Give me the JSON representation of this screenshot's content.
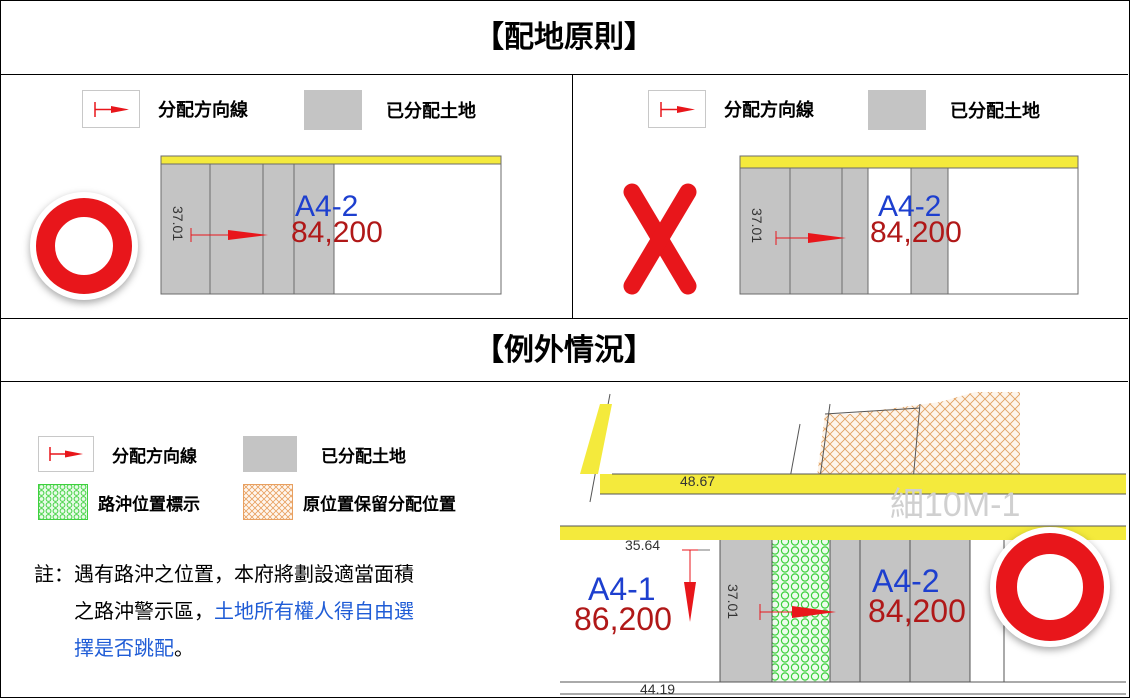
{
  "titles": {
    "principle": "【配地原則】",
    "exception": "【例外情況】"
  },
  "legend": {
    "direction_line": "分配方向線",
    "allocated_land": "已分配土地",
    "road_clash": "路沖位置標示",
    "reserved_position": "原位置保留分配位置"
  },
  "plots": {
    "correct": {
      "frontage": "37.01",
      "lot_id": "A4-2",
      "area": "84,200",
      "verdict": "correct-mark"
    },
    "incorrect": {
      "frontage": "37.01",
      "lot_id": "A4-2",
      "area": "84,200",
      "verdict": "wrong-mark"
    }
  },
  "exception_map": {
    "dim_top": "48.67",
    "road_label": "細10M-1",
    "dim_mid": "35.64",
    "dim_bottom": "44.19",
    "frontage": "37.01",
    "lot_left_id": "A4-1",
    "lot_left_area": "86,200",
    "lot_right_id": "A4-2",
    "lot_right_area": "84,200"
  },
  "note": {
    "prefix": "註：遇有路沖之位置，本府將劃設適當面積",
    "line2_plain": "之路沖警示區，",
    "line2_blue": "土地所有權人得自由選",
    "line3_blue": "擇是否跳配",
    "line3_end": "。"
  },
  "colors": {
    "red": "#e8161b",
    "allocated_gray": "#c4c4c4",
    "road_yellow": "#f4ea3c",
    "lot_blue": "#1d3fcf",
    "area_red": "#b01818",
    "road_clash_green": "#3ed13e",
    "reserved_orange": "#e8a060",
    "note_blue": "#1f5cd6"
  }
}
